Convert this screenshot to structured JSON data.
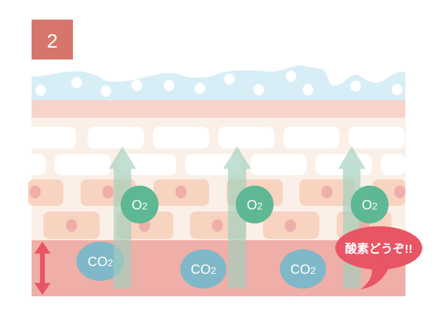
{
  "step_badge": {
    "label": "2",
    "color": "#d6766a"
  },
  "o2_label": {
    "main": "O",
    "sub": "2"
  },
  "co2_label": {
    "main": "CO",
    "sub": "2"
  },
  "speech_bubble": {
    "text": "酸素どうぞ!!",
    "color": "#e85564"
  },
  "colors": {
    "water": "#d8eef6",
    "pink_band": "#f8d3cc",
    "epidermis": "#fbf0e7",
    "cell": "#f7d3c0",
    "nucleus": "#f0aeaa",
    "dermis": "#f0aea8",
    "o2": "#5db893",
    "co2": "#7fb8c8",
    "arrow": "#a8d5c3"
  }
}
